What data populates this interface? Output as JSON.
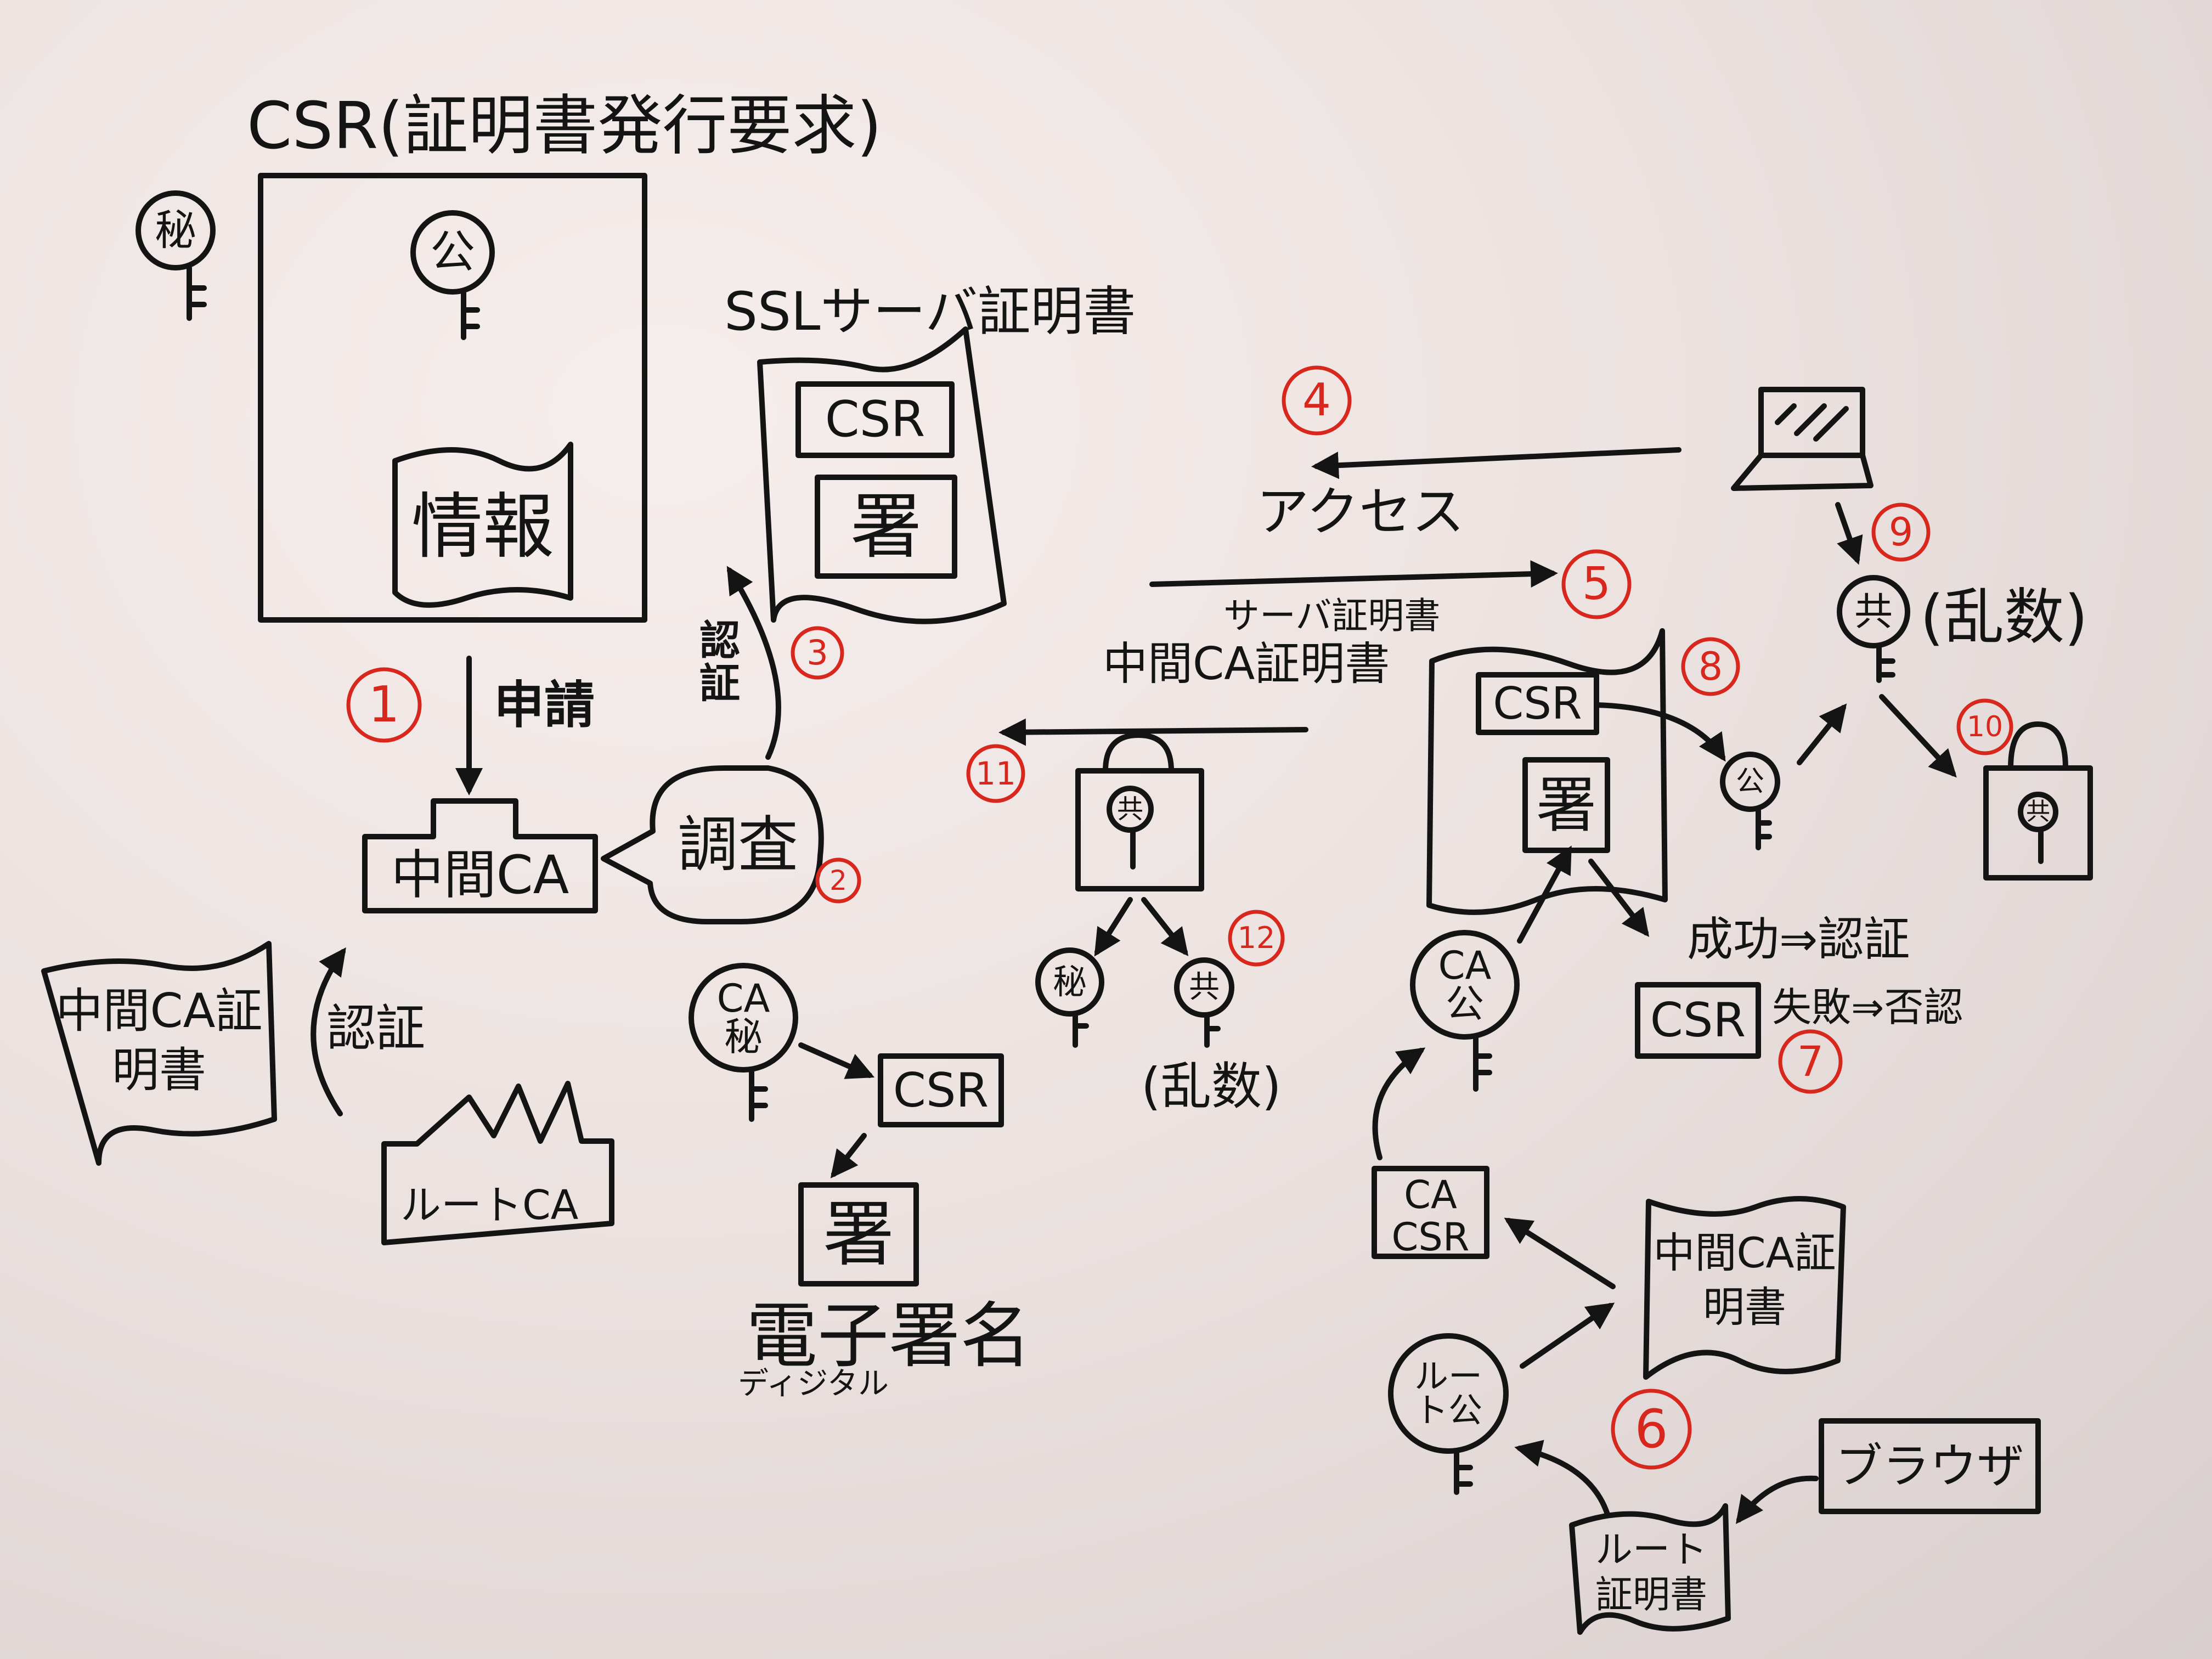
{
  "title": "CSR(証明書発行要求)",
  "keys": {
    "secret": "秘",
    "public": "公",
    "shared": "共",
    "ca_public": "CA公",
    "ca_secret": "CA秘",
    "root_public": "ルート公"
  },
  "csr_doc": {
    "info": "情報"
  },
  "labels": {
    "apply": "申請",
    "intermediate_ca": "中間CA",
    "investigate": "調査",
    "auth_vertical": "認証",
    "ssl_cert_title": "SSLサーバ証明書",
    "csr": "CSR",
    "signature": "署",
    "intermediate_ca_cert": "中間CA証明書",
    "auth": "認証",
    "root_ca": "ルートCA",
    "digital_signature": "電子署名",
    "digital": "ディジタル",
    "access": "アクセス",
    "server_cert": "サーバ証明書",
    "random": "(乱数)",
    "success_auth": "成功⇒認証",
    "fail_deny": "失敗⇒否認",
    "ca_csr": "CA CSR",
    "browser": "ブラウザ",
    "root_cert": "ルート証明書"
  },
  "step_numbers": [
    "1",
    "2",
    "3",
    "4",
    "5",
    "6",
    "7",
    "8",
    "9",
    "10",
    "11",
    "12"
  ],
  "colors": {
    "ink": "#141414",
    "step_number": "#d8281e",
    "board": "#ece3e1"
  }
}
